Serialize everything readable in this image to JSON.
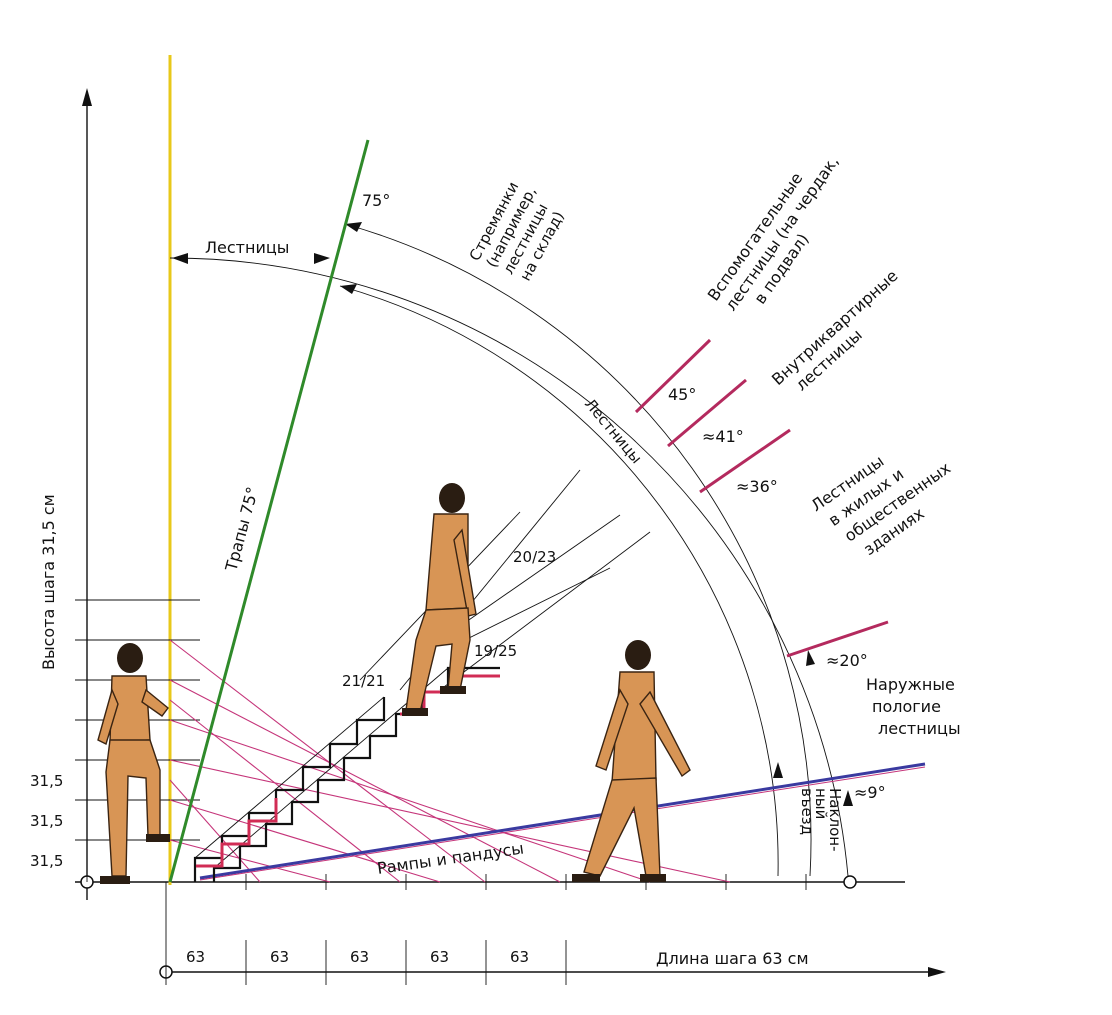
{
  "axes": {
    "y_label": "Высота шага 31,5 см",
    "x_label": "Длина шага 63 см",
    "y_ticks": [
      "31,5",
      "31,5",
      "31,5"
    ],
    "x_ticks": [
      "63",
      "63",
      "63",
      "63",
      "63"
    ]
  },
  "labels": {
    "stairs_top": "Лестницы",
    "trapy": "Трапы 75°",
    "angle_75": "75°",
    "stremyanki": [
      "Стремянки",
      "(например,",
      "лестницы",
      "на склад)"
    ],
    "stairs_arc": "Лестницы",
    "auxiliary": [
      "Вспомогательные",
      "лестницы (на чердак,",
      "в подвал)"
    ],
    "intra": [
      "Внутриквартирные",
      "лестницы"
    ],
    "residential": [
      "Лестницы",
      "в жилых и",
      "общественных",
      "зданиях"
    ],
    "outdoor": [
      "Наружные",
      "пологие",
      "лестницы"
    ],
    "ramp_entry": [
      "Наклон-",
      "ный",
      "въезд"
    ],
    "ramps": "Рампы и пандусы",
    "angle_45": "45°",
    "angle_41": "≈41°",
    "angle_36": "≈36°",
    "angle_20": "≈20°",
    "angle_9": "≈9°",
    "ratio_21_21": "21/21",
    "ratio_20_23": "20/23",
    "ratio_19_25": "19/25"
  },
  "colors": {
    "vertical_axis": "#e8c81a",
    "trapy_line": "#2f8a2a",
    "ramp_line": "#3a3aa0",
    "pink_lines": "#c5357a",
    "person": "#d89555",
    "stair_accent": "#d12c55"
  }
}
